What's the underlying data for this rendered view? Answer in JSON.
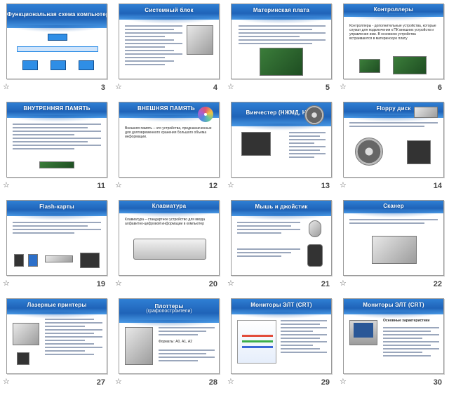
{
  "slides": [
    {
      "number": "3",
      "title": "Функциональная схема компьютера"
    },
    {
      "number": "4",
      "title": "Системный блок"
    },
    {
      "number": "5",
      "title": "Материнская плата"
    },
    {
      "number": "6",
      "title": "Контроллеры",
      "body": "Контроллеры - дополнительные устройства, которые служат для подключения к ПК внешних устройств и управления ими. В основном устройства встраиваются в материнскую плату"
    },
    {
      "number": "11",
      "title": "ВНУТРЕННЯЯ ПАМЯТЬ"
    },
    {
      "number": "12",
      "title": "ВНЕШНЯЯ ПАМЯТЬ",
      "body": "Внешняя память – это устройства, предназначенные для долговременного хранения большого объема информации."
    },
    {
      "number": "13",
      "title": "Винчестер (НЖМД, HDD)"
    },
    {
      "number": "14",
      "title": "Floppy диск"
    },
    {
      "number": "19",
      "title": "Flash-карты"
    },
    {
      "number": "20",
      "title": "Клавиатура",
      "body": "Клавиатура – стандартное устройство для ввода алфавитно-цифровой информации в компьютер"
    },
    {
      "number": "21",
      "title": "Мышь и джойстик"
    },
    {
      "number": "22",
      "title": "Сканер"
    },
    {
      "number": "27",
      "title": "Лазерные принтеры"
    },
    {
      "number": "28",
      "title": "Плоттеры (графопостроители)",
      "title_line1": "Плоттеры",
      "title_line2": "(графопостроители)",
      "formats": "Форматы: А0, А1, А2"
    },
    {
      "number": "29",
      "title": "Мониторы ЭЛТ (CRT)"
    },
    {
      "number": "30",
      "title": "Мониторы ЭЛТ (CRT)",
      "subtitle": "Основные характеристики"
    }
  ],
  "icons": {
    "slide_transition": "star-icon"
  },
  "colors": {
    "banner": "#1f63b8",
    "accent": "#2f8ee6",
    "border": "#9a9a9a"
  }
}
